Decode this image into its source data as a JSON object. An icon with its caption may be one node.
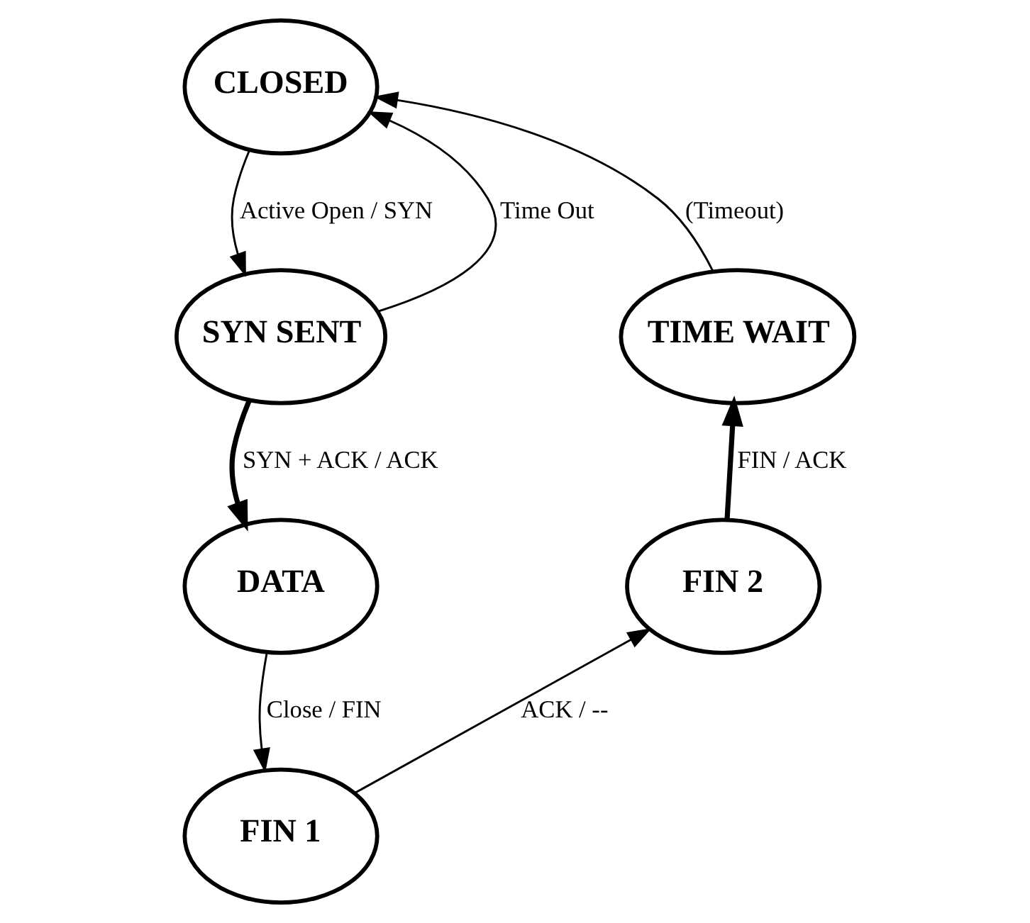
{
  "diagram": {
    "nodes": [
      {
        "text": [
          "CLOSED"
        ]
      },
      {
        "text": [
          "SYN SENT"
        ]
      },
      {
        "text": [
          "DATA"
        ]
      },
      {
        "text": [
          "FIN 1"
        ]
      },
      {
        "text": [
          "FIN 2"
        ]
      },
      {
        "text": [
          "TIME WAIT"
        ]
      }
    ],
    "edges": [
      {
        "from": 0,
        "to": 1,
        "arrow": "to",
        "label": "Active Open / SYN"
      },
      {
        "from": 1,
        "to": 0,
        "arrow": "to",
        "label": "Time Out"
      },
      {
        "from": 1,
        "to": 2,
        "arrow": "to",
        "label": "SYN + ACK / ACK",
        "style": "thick"
      },
      {
        "from": 2,
        "to": 3,
        "arrow": "to",
        "label": "Close / FIN"
      },
      {
        "from": 3,
        "to": 4,
        "arrow": "to",
        "label": "ACK / --"
      },
      {
        "from": 4,
        "to": 5,
        "arrow": "to",
        "label": "FIN / ACK",
        "style": "thick"
      },
      {
        "from": 5,
        "to": 0,
        "arrow": "to",
        "label": "(Timeout)"
      }
    ]
  }
}
